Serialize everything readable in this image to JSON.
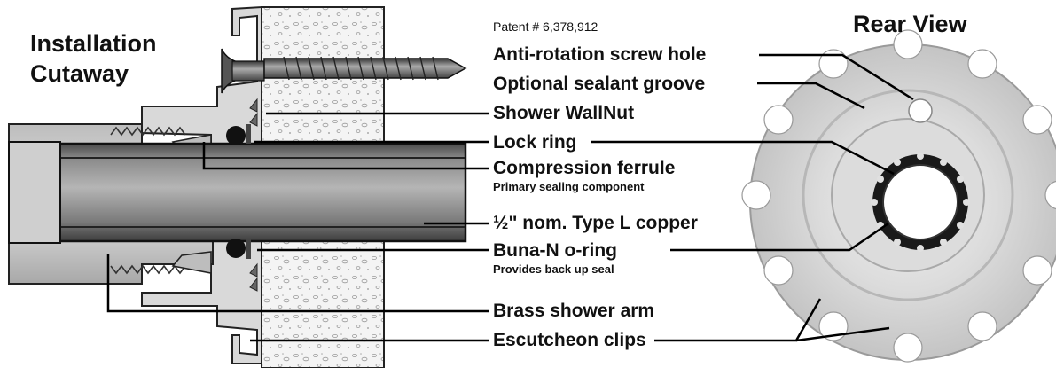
{
  "titles": {
    "cutaway_line1": "Installation",
    "cutaway_line2": "Cutaway",
    "rear_view": "Rear View"
  },
  "patent": "Patent # 6,378,912",
  "labels": {
    "anti_rotation": "Anti-rotation screw hole",
    "sealant_groove": "Optional sealant groove",
    "wallnut": "Shower WallNut",
    "lock_ring": "Lock ring",
    "ferrule": "Compression ferrule",
    "ferrule_sub": "Primary sealing component",
    "copper": "½\" nom. Type L copper",
    "oring": "Buna-N o-ring",
    "oring_sub": "Provides back up seal",
    "brass_arm": "Brass shower arm",
    "clips": "Escutcheon clips"
  },
  "colors": {
    "ink": "#111111",
    "pipe_dark": "#7c7c7c",
    "pipe_light": "#c9c9c9",
    "fitting": "#d6d6d6",
    "wall": "#efefef",
    "part_gray": "#d2d2d2"
  }
}
